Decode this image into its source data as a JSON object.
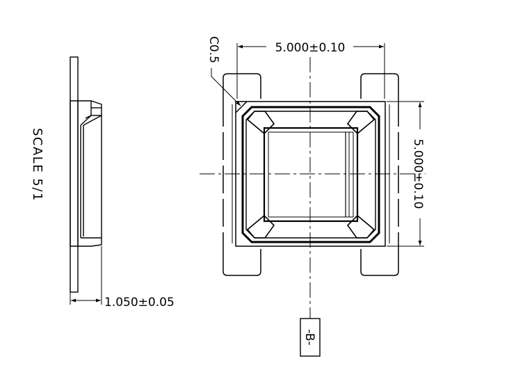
{
  "scale_label": "SCALE 5/1",
  "dimensions": {
    "width": "5.000±0.10",
    "height": "5.000±0.10",
    "thickness": "1.050±0.05",
    "chamfer": "C0.5"
  },
  "datum": "-B-",
  "colors": {
    "line": "#000000",
    "background": "#ffffff"
  }
}
